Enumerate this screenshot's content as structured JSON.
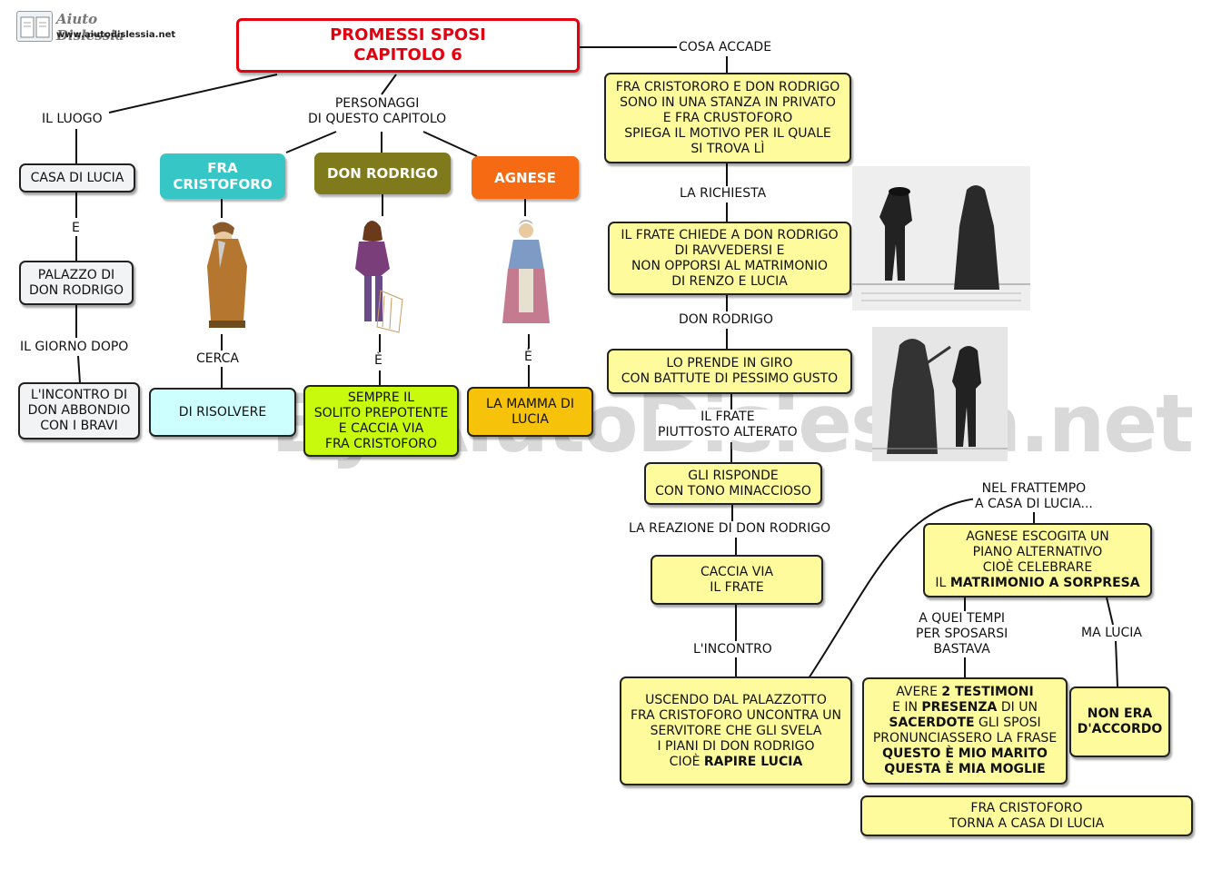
{
  "logo": {
    "name": "Aiuto Dislessia",
    "url": "www.aiutodislessia.net"
  },
  "watermark": "By AiutoDislessia.net",
  "title": {
    "line1": "PROMESSI SPOSI",
    "line2": "CAPITOLO 6"
  },
  "colors": {
    "title_red": "#e4000f",
    "node_yellow": "#fdfb9c",
    "fra_cristoforo": "#37c6c6",
    "don_rodrigo": "#7f7a1c",
    "agnese": "#f56a12",
    "lime": "#c7fa0d",
    "amber": "#f6c30a"
  },
  "left_branch": {
    "label_place": "IL LUOGO",
    "casa_lucia": "CASA DI LUCIA",
    "link_e": "E",
    "palazzo": "PALAZZO DI\nDON RODRIGO",
    "link_giorno": "IL GIORNO DOPO",
    "incontro_abbondio": "L'INCONTRO DI\nDON ABBONDIO\nCON I BRAVI"
  },
  "characters": {
    "label": "PERSONAGGI\nDI QUESTO CAPITOLO",
    "fra": {
      "name": "FRA\nCRISTOFORO",
      "link": "CERCA",
      "desc": "DI RISOLVERE"
    },
    "rodrigo": {
      "name": "DON RODRIGO",
      "link": "È",
      "desc": "SEMPRE IL\nSOLITO PREPOTENTE\nE CACCIA VIA\nFRA CRISTOFORO"
    },
    "agnese": {
      "name": "AGNESE",
      "link": "È",
      "desc": "LA MAMMA DI\nLUCIA"
    }
  },
  "events": {
    "label_accade": "COSA  ACCADE",
    "ev1": "FRA CRISTORORO E DON RODRIGO\nSONO IN UNA STANZA IN PRIVATO\nE FRA CRUSTOFORO\nSPIEGA IL MOTIVO PER IL QUALE\nSI TROVA LÌ",
    "label_richiesta": "LA RICHIESTA",
    "ev2": "IL FRATE CHIEDE A DON RODRIGO\nDI RAVVEDERSI E\nNON OPPORSI AL MATRIMONIO\nDI RENZO E LUCIA",
    "label_rodrigo": "DON RODRIGO",
    "ev3": "LO PRENDE IN GIRO\nCON BATTUTE DI PESSIMO GUSTO",
    "label_frate": "IL FRATE\nPIUTTOSTO ALTERATO",
    "ev4": "GLI RISPONDE\nCON TONO MINACCIOSO",
    "label_reazione": "LA REAZIONE DI DON RODRIGO",
    "ev5": "CACCIA VIA\nIL FRATE",
    "label_incontro": "L'INCONTRO",
    "ev6_line1": "USCENDO DAL PALAZZOTTO",
    "ev6_line2": "FRA CRISTOFORO UNCONTRA UN",
    "ev6_line3": "SERVITORE CHE GLI SVELA",
    "ev6_line4": "I PIANI DI DON RODRIGO",
    "ev6_pre": "CIOÈ ",
    "ev6_bold": "RAPIRE LUCIA"
  },
  "lucia_branch": {
    "label_frattempo": "NEL FRATTEMPO\nA CASA DI LUCIA...",
    "agnese_plan_line1": "AGNESE ESCOGITA UN",
    "agnese_plan_line2": "PIANO ALTERNATIVO",
    "agnese_plan_line3": "CIOÈ CELEBRARE",
    "agnese_plan_pre": "IL ",
    "agnese_plan_bold": "MATRIMONIO A SORPRESA",
    "label_tempi": "A QUEI TEMPI\nPER SPOSARSI\nBASTAVA",
    "req_a": "AVERE ",
    "req_b": "2 TESTIMONI",
    "req_c": "E IN ",
    "req_d": "PRESENZA",
    "req_e": " DI UN",
    "req_f": "SACERDOTE",
    "req_g": " GLI SPOSI",
    "req_h": "PRONUNCIASSERO LA FRASE",
    "req_i": "QUESTO È MIO MARITO",
    "req_j": "QUESTA È MIA MOGLIE",
    "label_ma_lucia": "MA LUCIA",
    "non_accordo": "NON ERA\nD'ACCORDO",
    "torna": "FRA CRISTOFORO\nTORNA A CASA DI LUCIA"
  }
}
